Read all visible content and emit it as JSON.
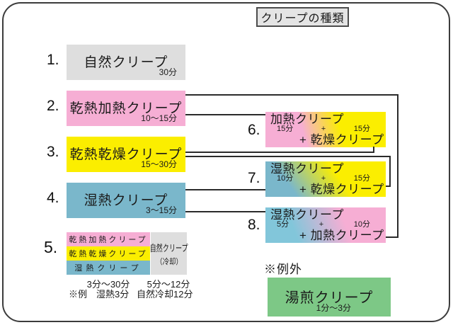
{
  "title": "クリープの種類",
  "boxes": [
    {
      "num": "1.",
      "label": "自然クリープ",
      "time": "30分"
    },
    {
      "num": "2.",
      "label": "乾熱加熱クリープ",
      "time": "10〜15分"
    },
    {
      "num": "3.",
      "label": "乾熱乾燥クリープ",
      "time": "15〜30分"
    },
    {
      "num": "4.",
      "label": "湿熱クリープ",
      "time": "3〜15分"
    }
  ],
  "item5": {
    "num": "5.",
    "stack": [
      {
        "label": "乾熱加熱クリープ"
      },
      {
        "label": "乾熱乾燥クリープ"
      },
      {
        "label": "湿熱クリープ"
      }
    ],
    "cool_label": "自然クリープ",
    "cool_sub": "（冷却）",
    "stack_time": "3分〜30分",
    "cool_time": "5分〜12分",
    "example_prefix": "※例",
    "example_a": "湿熱3分",
    "example_b": "自然冷却12分"
  },
  "combos": [
    {
      "num": "6.",
      "top": "加熱クリープ",
      "time1": "15分",
      "plus": "+",
      "time2": "15分",
      "bottom": "+ 乾燥クリープ"
    },
    {
      "num": "7.",
      "top": "湿熱クリープ",
      "time1": "10分",
      "plus": "+",
      "time2": "15分",
      "bottom": "+ 乾燥クリープ"
    },
    {
      "num": "8.",
      "top": "湿熱クリープ",
      "time1": "5分",
      "plus": "+",
      "time2": "10分",
      "bottom": "+ 加熱クリープ"
    }
  ],
  "exception": {
    "heading": "※例外",
    "label": "湯煎クリープ",
    "time": "1分〜3分"
  },
  "colors": {
    "pink": "#f6aed4",
    "yellow": "#fbee00",
    "blue": "#7ab7cb",
    "cyan": "#82c6da",
    "gray": "#dedede",
    "green": "#7dc886",
    "line": "#2b2b2b"
  }
}
